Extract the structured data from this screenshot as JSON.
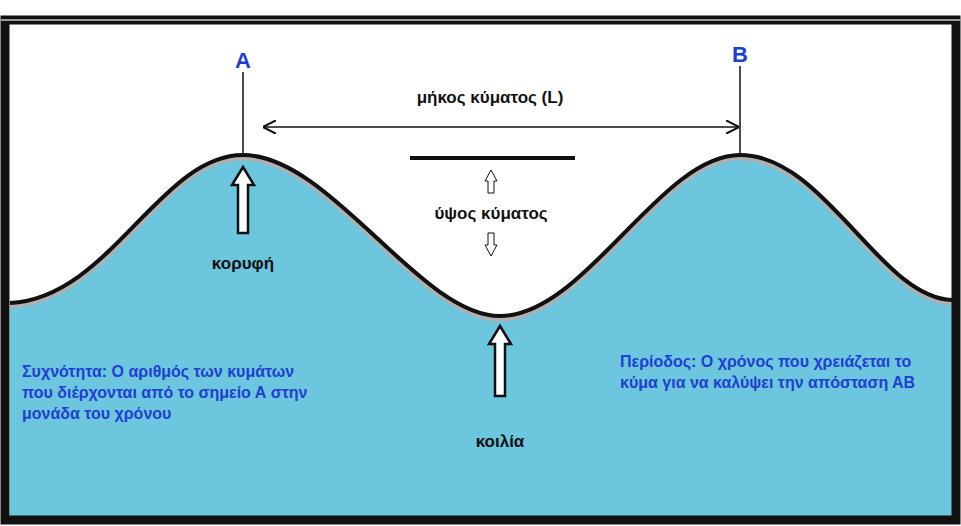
{
  "diagram": {
    "labels": [
      "A",
      "B",
      "μήκος κύματος (L)",
      "ύψος κύματος",
      "κορυφή",
      "κοιλία",
      "Συχνότητα: Ο αριθμός των κυμάτων που διέρχονται από το σημείο Α στην μονάδα του χρόνου",
      "Περίοδος: Ο χρόνος που χρειάζεται το κύμα για να καλύψει την απόσταση ΑΒ"
    ]
  }
}
